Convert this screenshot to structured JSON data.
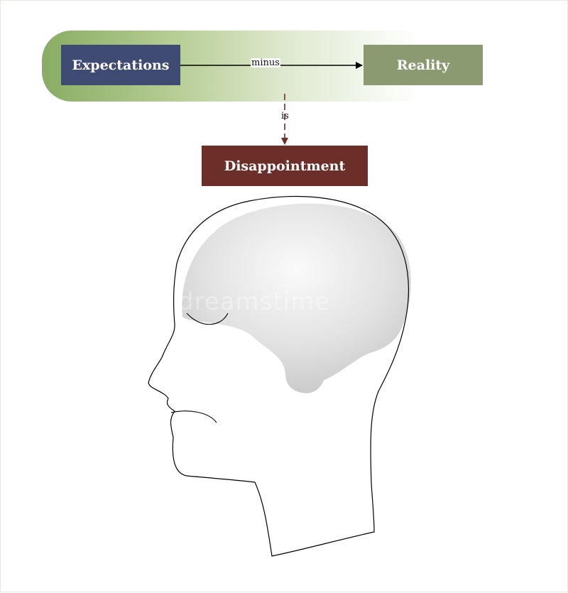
{
  "diagram": {
    "expectations_label": "Expectations",
    "reality_label": "Reality",
    "disappointment_label": "Disappointment",
    "minus_label": "minus",
    "is_label": "is"
  },
  "colors": {
    "expectations_box": "#3f4b72",
    "reality_box": "#8b9a71",
    "disappointment_box": "#6b2e29",
    "band": "#88ad63"
  },
  "watermark": "dreamstime"
}
